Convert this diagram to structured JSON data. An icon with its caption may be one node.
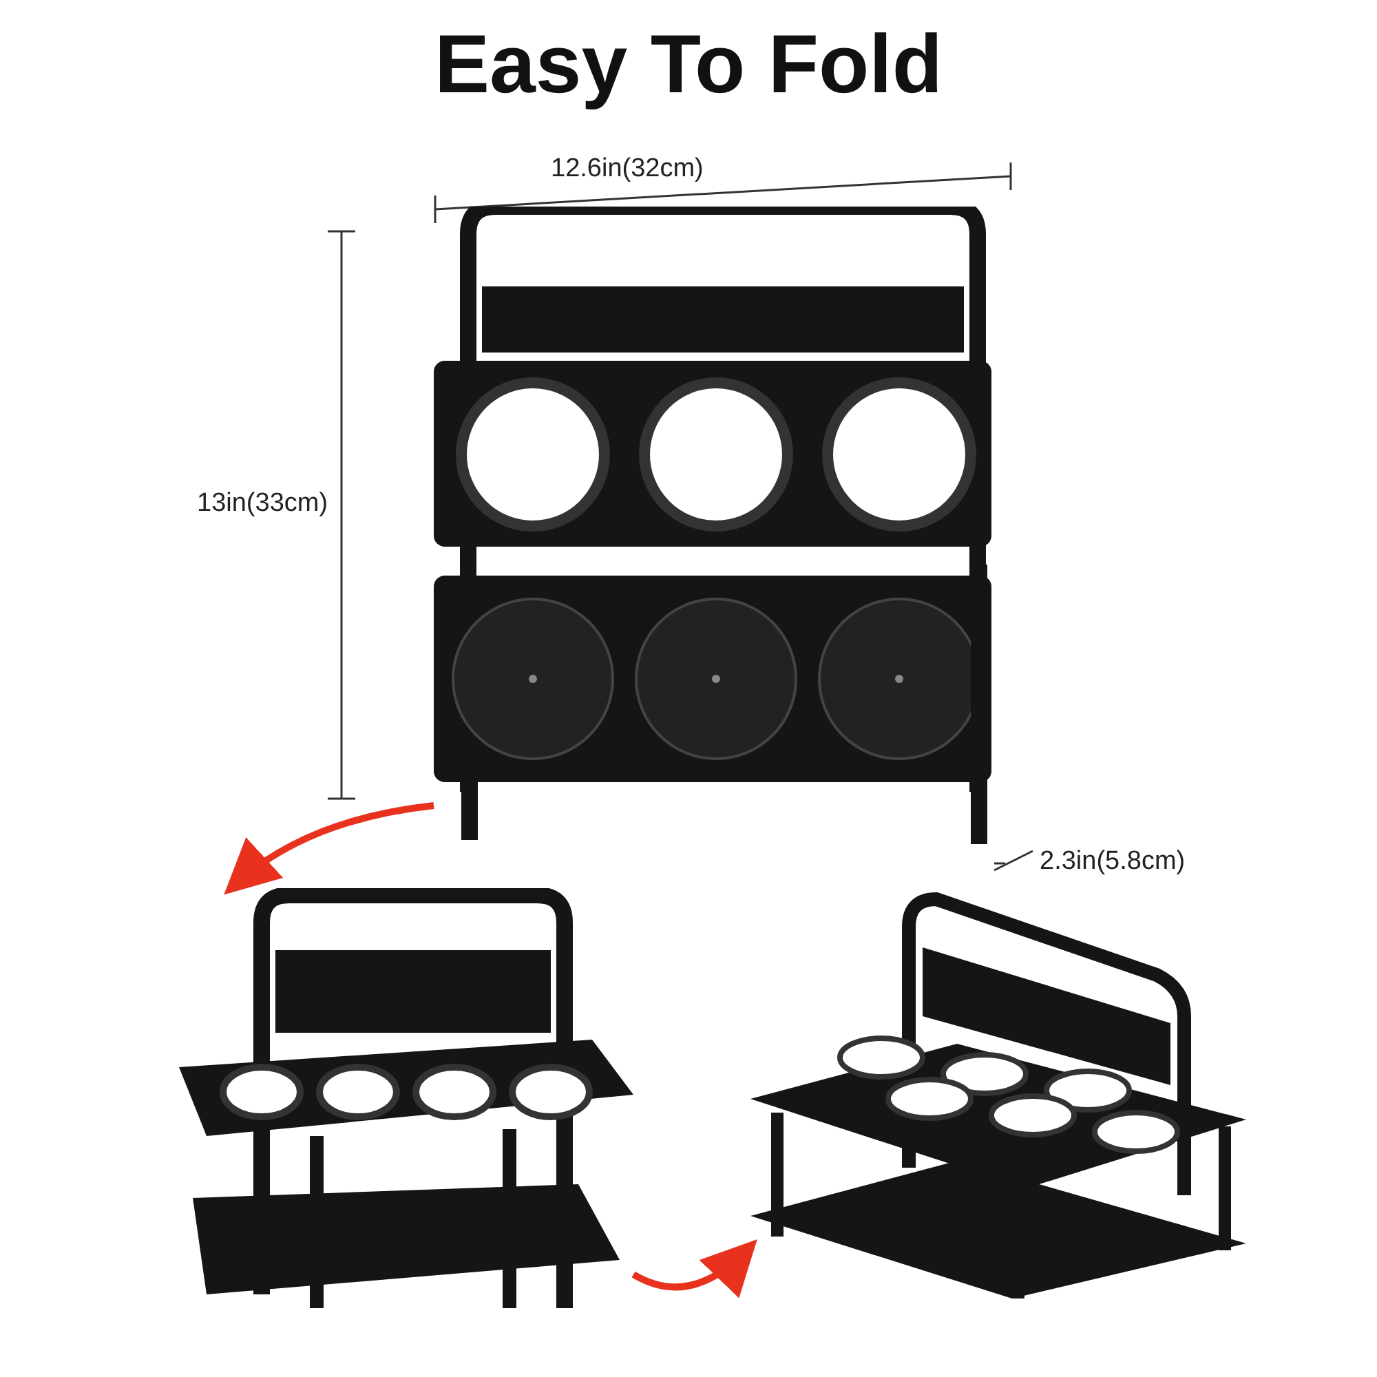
{
  "diagram": {
    "title": "Easy To Fold",
    "nodes": [
      {
        "text": [],
        "shape": "picture"
      },
      {
        "text": [],
        "shape": "picture"
      },
      {
        "text": [],
        "shape": "picture"
      }
    ],
    "edges": [
      {
        "from": 0,
        "to": 1,
        "arrow": "to",
        "color": "#e8321e"
      },
      {
        "from": 1,
        "to": 2,
        "arrow": "to",
        "color": "#e8321e"
      }
    ],
    "labels": [
      "12.6in(32cm)",
      "13in(33cm)",
      "2.3in(5.8cm)"
    ]
  }
}
